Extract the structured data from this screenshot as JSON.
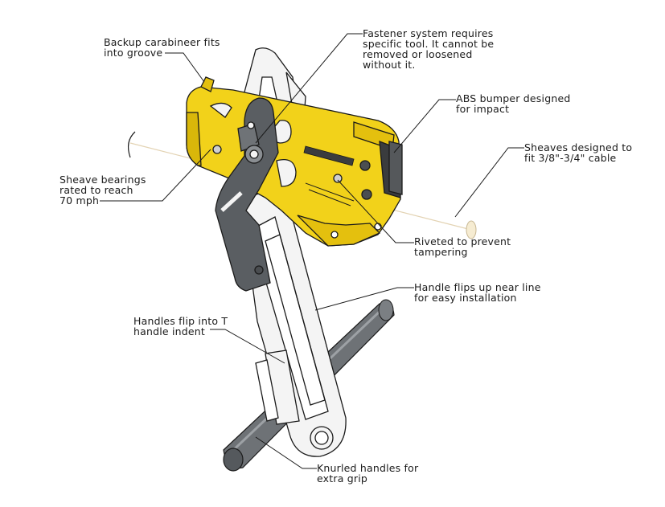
{
  "callouts": {
    "carabineer": "Backup carabineer fits\ninto groove",
    "fastener": "Fastener system requires\nspecific tool. It cannot be\nremoved or loosened\nwithout it.",
    "bumper": "ABS bumper designed\nfor impact",
    "sheaves": "Sheaves designed to\nfit 3/8\"-3/4\" cable",
    "bearings": "Sheave bearings\nrated to reach\n70 mph",
    "riveted": "Riveted to prevent\ntampering",
    "handle_flips_up": "Handle flips up near line\nfor easy installation",
    "t_handle": "Handles flip into T\nhandle indent",
    "knurled": "Knurled handles for\nextra grip"
  },
  "colors": {
    "body_yellow": "#f2d21a",
    "dark_grey": "#5a5e62",
    "rod_grey": "#6e7276",
    "outline": "#1a1a1a"
  }
}
